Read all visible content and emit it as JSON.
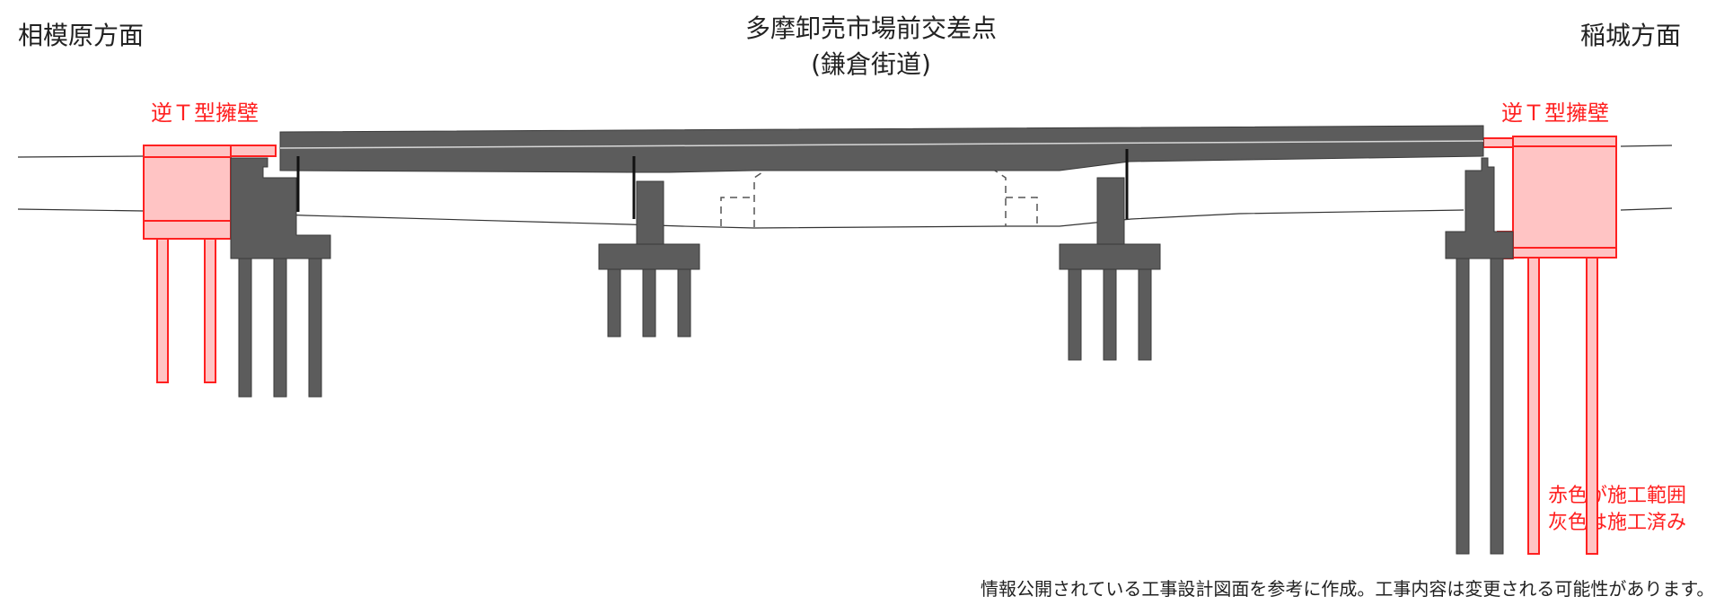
{
  "labels": {
    "direction_left": "相模原方面",
    "direction_right": "稲城方面",
    "intersection_line1": "多摩卸売市場前交差点",
    "intersection_line2": "(鎌倉街道)",
    "retaining_wall_left": "逆Ｔ型擁壁",
    "retaining_wall_right": "逆Ｔ型擁壁",
    "legend_line1": "赤色が施工範囲",
    "legend_line2": "灰色は施工済み",
    "footnote": "情報公開されている工事設計図面を参考に作成。工事内容は変更される可能性があります。"
  },
  "colors": {
    "construction_scope": "#ff2020",
    "construction_fill": "#ffc4c4",
    "completed": "#5c5c5c",
    "text": "#222222"
  }
}
